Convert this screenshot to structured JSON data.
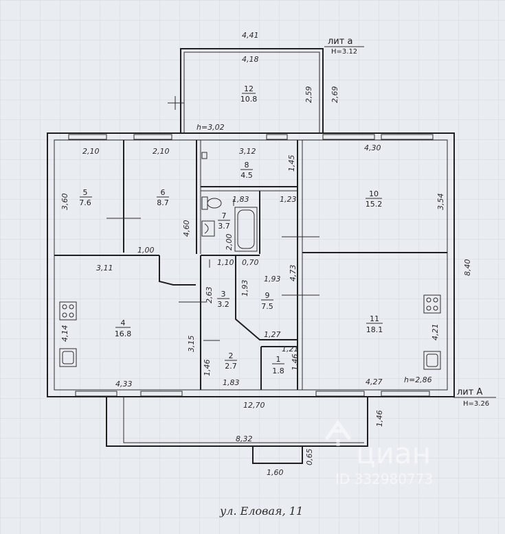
{
  "lit_a": "лит а",
  "lit_a_height": "Н=3.12",
  "lit_A": "лит А",
  "lit_A_height": "Н=3.26",
  "ceiling_height_main": "h=3,02",
  "ceiling_height_right": "h=2,86",
  "street": "ул. Еловая, 11",
  "watermark": {
    "brand": "циан",
    "id": "ID 332980773"
  },
  "rooms": [
    {
      "num": "1",
      "area": "1.8"
    },
    {
      "num": "2",
      "area": "2.7"
    },
    {
      "num": "3",
      "area": "3.2"
    },
    {
      "num": "4",
      "area": "16.8"
    },
    {
      "num": "5",
      "area": "7.6"
    },
    {
      "num": "6",
      "area": "8.7"
    },
    {
      "num": "7",
      "area": "3.7"
    },
    {
      "num": "8",
      "area": "4.5"
    },
    {
      "num": "9",
      "area": "7.5"
    },
    {
      "num": "10",
      "area": "15.2"
    },
    {
      "num": "11",
      "area": "18.1"
    },
    {
      "num": "12",
      "area": "10.8"
    }
  ],
  "dimensions": {
    "d441": "4,41",
    "d418": "4,18",
    "d259": "2,59",
    "d269": "2,69",
    "d210a": "2,10",
    "d210b": "2,10",
    "d312": "3,12",
    "d430": "4,30",
    "d145": "1,45",
    "d360": "3,60",
    "d460": "4,60",
    "d183a": "1,83",
    "d123": "1,23",
    "d354": "3,54",
    "d200": "2,00",
    "d100": "1,00",
    "d110": "1,10",
    "d070": "0,70",
    "d311": "3,11",
    "d840": "8,40",
    "d193a": "1,93",
    "d193b": "1,93",
    "d473": "4,73",
    "d263": "2,63",
    "d414": "4,14",
    "d315": "3,15",
    "d127": "1,27",
    "d121": "1,21",
    "d146a": "1,46",
    "d146b": "1,46",
    "d421": "4,21",
    "d433": "4,33",
    "d183b": "1,83",
    "d427": "4,27",
    "d1270": "12,70",
    "d832": "8,32",
    "d146c": "1,46",
    "d065": "0,65",
    "d160": "1,60"
  }
}
